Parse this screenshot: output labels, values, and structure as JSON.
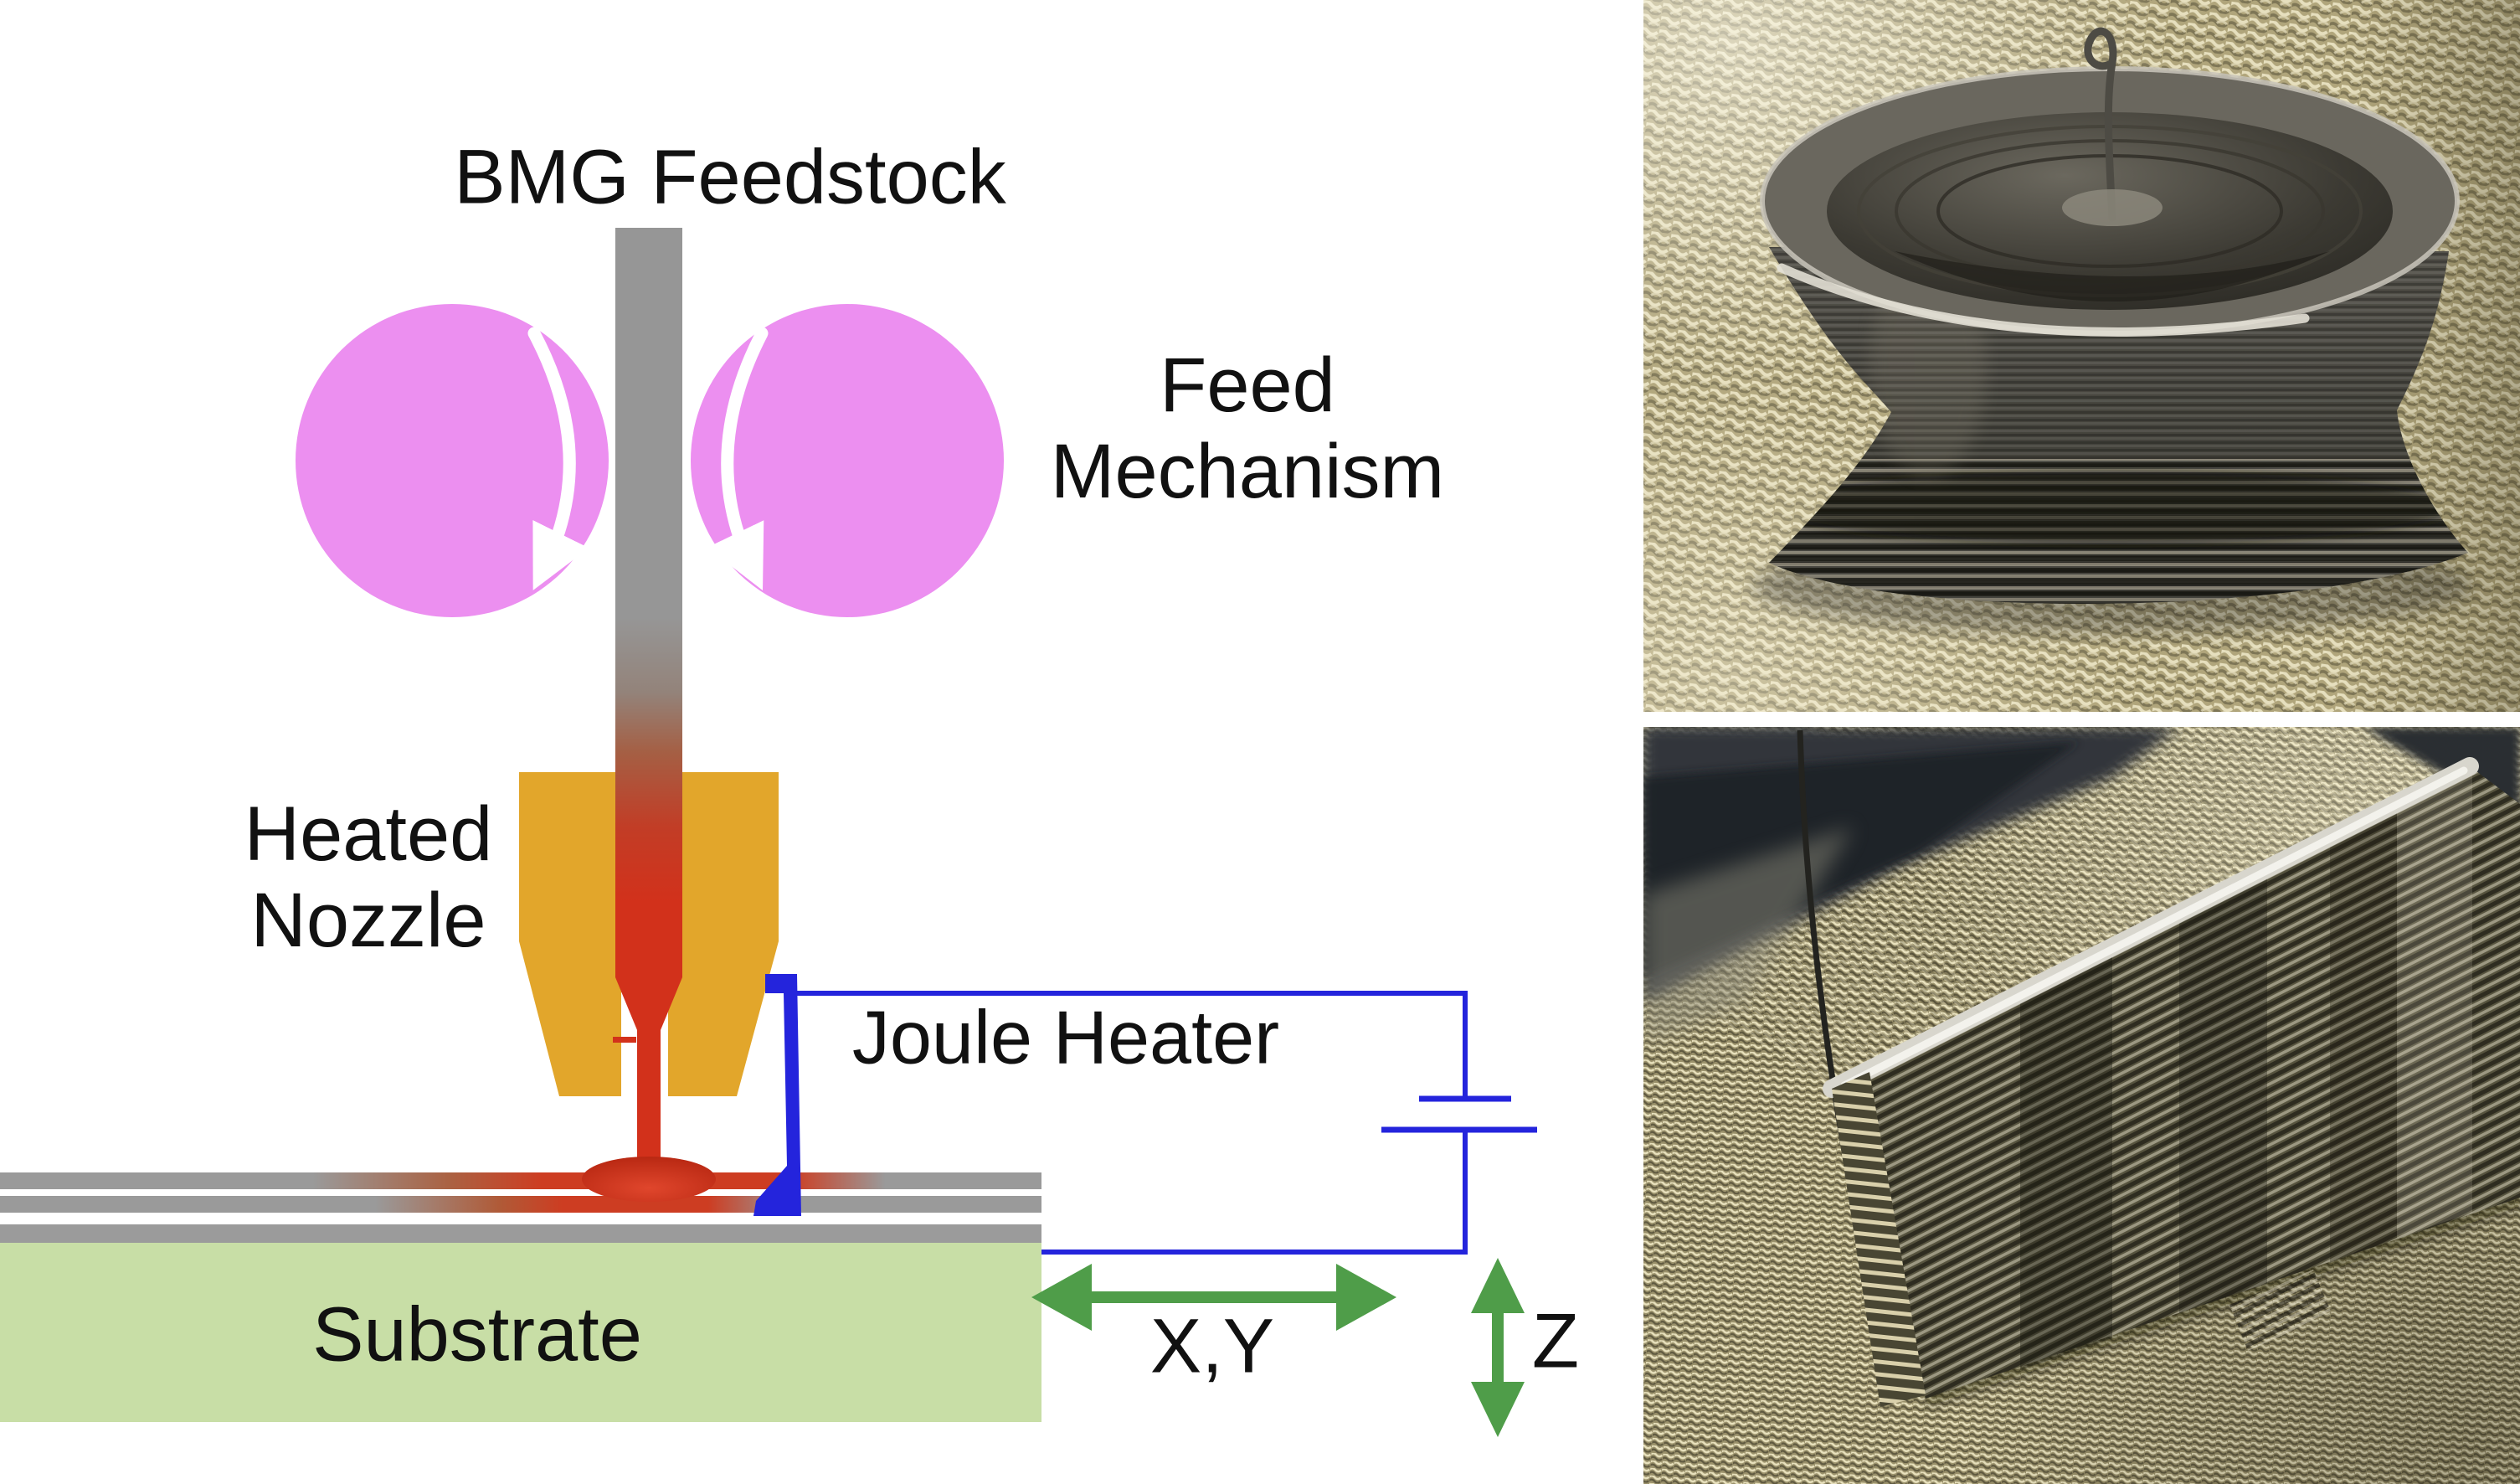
{
  "schematic": {
    "labels": {
      "bmg_feedstock": "BMG Feedstock",
      "feed_mechanism_line1": "Feed",
      "feed_mechanism_line2": "Mechanism",
      "heated_nozzle_line1": "Heated",
      "heated_nozzle_line2": "Nozzle",
      "joule_heater": "Joule Heater",
      "substrate": "Substrate",
      "axis_xy": "X,Y",
      "axis_z": "Z"
    }
  },
  "panels": [
    {
      "name": "printing-process-schematic"
    },
    {
      "name": "printed-cup-photo"
    },
    {
      "name": "printed-wall-photo"
    }
  ],
  "colors": {
    "roller_violet": "#EC8FF0",
    "nozzle_amber": "#E2A62B",
    "feedstock_gray": "#969696",
    "molten_red": "#D2311B",
    "circuit_blue": "#2424DC",
    "substrate_green": "#C8DEA6",
    "axis_green": "#4F9D49",
    "trace_gray": "#9B9B9B",
    "label_text": "#111111"
  }
}
